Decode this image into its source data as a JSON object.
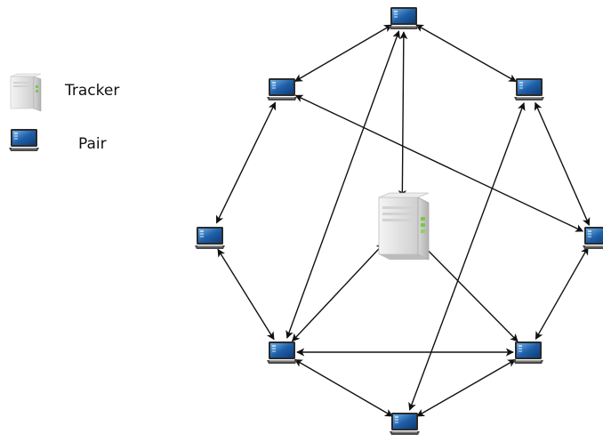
{
  "legend": {
    "tracker_label": "Tracker",
    "peer_label": "Pair"
  },
  "nodes": [
    {
      "id": "tracker",
      "kind": "server-icon"
    },
    {
      "id": "peer-top",
      "kind": "laptop-icon"
    },
    {
      "id": "peer-upper-left",
      "kind": "laptop-icon"
    },
    {
      "id": "peer-upper-right",
      "kind": "laptop-icon"
    },
    {
      "id": "peer-left",
      "kind": "laptop-icon"
    },
    {
      "id": "peer-right",
      "kind": "laptop-icon"
    },
    {
      "id": "peer-lower-left",
      "kind": "laptop-icon"
    },
    {
      "id": "peer-lower-right",
      "kind": "laptop-icon"
    },
    {
      "id": "peer-bottom",
      "kind": "laptop-icon"
    }
  ],
  "edges": [
    {
      "from": "peer-top",
      "to": "peer-upper-left",
      "bidirectional": true
    },
    {
      "from": "peer-top",
      "to": "peer-upper-right",
      "bidirectional": true
    },
    {
      "from": "peer-top",
      "to": "tracker",
      "bidirectional": true
    },
    {
      "from": "peer-top",
      "to": "peer-lower-left",
      "bidirectional": true
    },
    {
      "from": "peer-upper-left",
      "to": "peer-left",
      "bidirectional": true
    },
    {
      "from": "peer-upper-left",
      "to": "peer-right",
      "bidirectional": true
    },
    {
      "from": "peer-upper-right",
      "to": "peer-right",
      "bidirectional": true
    },
    {
      "from": "peer-upper-right",
      "to": "peer-bottom",
      "bidirectional": true
    },
    {
      "from": "peer-left",
      "to": "peer-lower-left",
      "bidirectional": true
    },
    {
      "from": "peer-right",
      "to": "peer-lower-right",
      "bidirectional": true
    },
    {
      "from": "tracker",
      "to": "peer-lower-left",
      "bidirectional": true
    },
    {
      "from": "tracker",
      "to": "peer-lower-right",
      "bidirectional": true
    },
    {
      "from": "peer-lower-left",
      "to": "peer-lower-right",
      "bidirectional": true
    },
    {
      "from": "peer-lower-left",
      "to": "peer-bottom",
      "bidirectional": true
    },
    {
      "from": "peer-lower-right",
      "to": "peer-bottom",
      "bidirectional": true
    }
  ],
  "colors": {
    "laptop_screen": "#1f5fa8",
    "laptop_screen_highlight": "#6fb0e8",
    "laptop_body": "#3a3a3a",
    "server_body": "#e4e4e4",
    "server_accent": "#7ac943",
    "arrow": "#111111"
  }
}
